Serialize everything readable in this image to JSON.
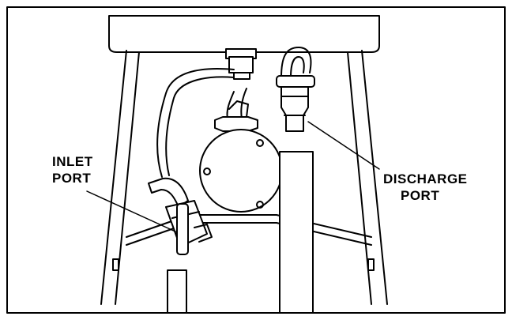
{
  "labels": {
    "inlet": {
      "line1": "INLET",
      "line2": "PORT"
    },
    "discharge": {
      "line1": "DISCHARGE",
      "line2": "PORT"
    }
  },
  "colors": {
    "line": "#000000",
    "background": "#ffffff"
  }
}
